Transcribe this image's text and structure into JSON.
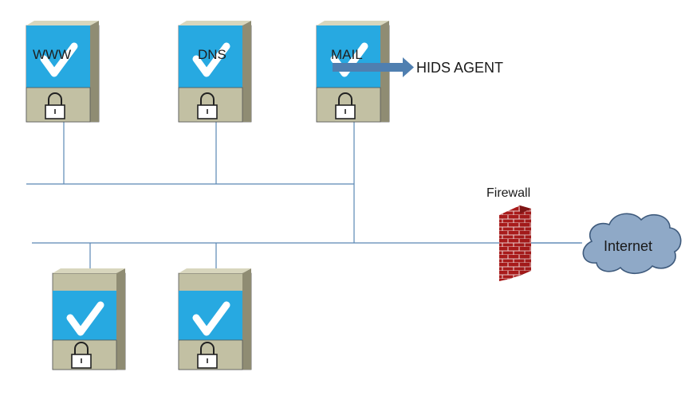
{
  "servers": [
    {
      "label": "WWW"
    },
    {
      "label": "DNS"
    },
    {
      "label": "MAIL"
    },
    {
      "label": ""
    },
    {
      "label": ""
    }
  ],
  "hids_label": "HIDS AGENT",
  "firewall_label": "Firewall",
  "internet_label": "Internet",
  "colors": {
    "screen": "#27a9e1",
    "server_body": "#c2c0a3",
    "server_shade": "#8f8c73",
    "line": "#5b88b5",
    "arrow": "#4f7fb0",
    "brick": "#a81b1b",
    "cloud": "#8fa9c7"
  }
}
